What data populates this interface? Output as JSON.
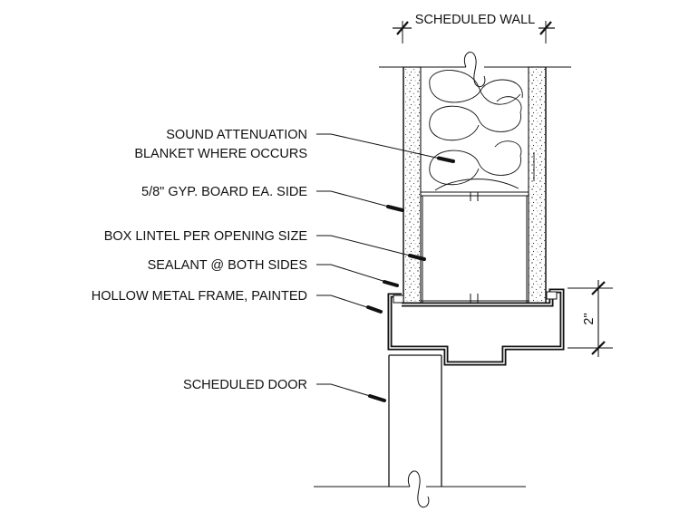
{
  "labels": {
    "scheduled_wall": "SCHEDULED WALL",
    "sound_line1": "SOUND ATTENUATION",
    "sound_line2": "BLANKET WHERE OCCURS",
    "gyp_board": "5/8\" GYP. BOARD EA. SIDE",
    "box_lintel": "BOX LINTEL PER OPENING SIZE",
    "sealant": "SEALANT @ BOTH SIDES",
    "frame": "HOLLOW METAL FRAME, PAINTED",
    "scheduled_door": "SCHEDULED DOOR",
    "dimension": "2\""
  }
}
